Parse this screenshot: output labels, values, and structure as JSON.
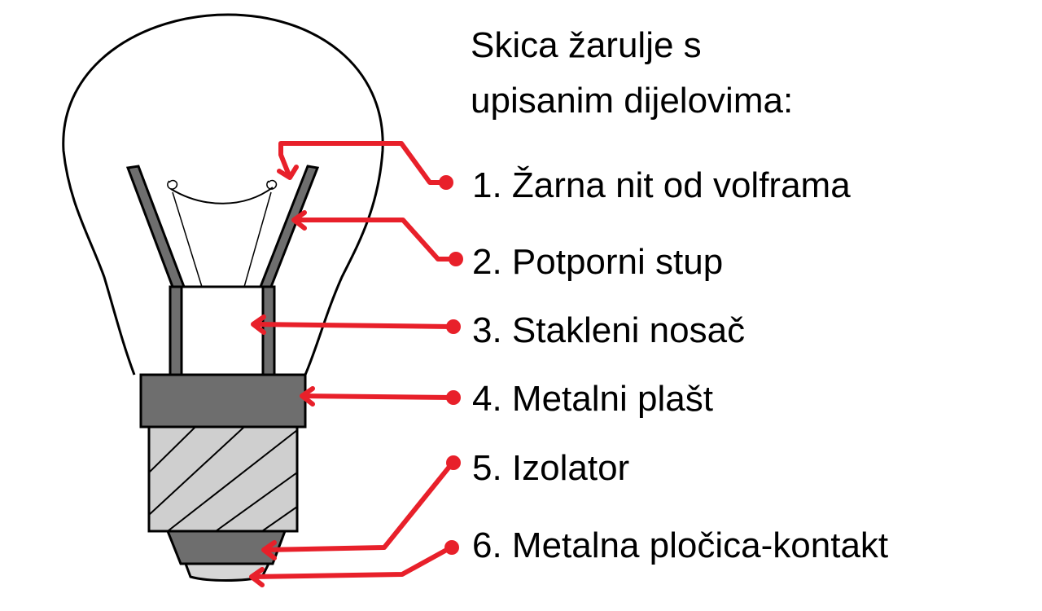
{
  "title": {
    "line1": "Skica žarulje s",
    "line2": "upisanim dijelovima:"
  },
  "labels": [
    "1. Žarna nit od volframa",
    "2. Potporni stup",
    "3. Stakleni nosač",
    "4. Metalni plašt",
    "5. Izolator",
    "6. Metalna pločica-kontakt"
  ],
  "colors": {
    "arrow": "#e8202a",
    "outline": "#000000",
    "metal": "#6e6e6e",
    "thread": "#cfcfcf",
    "contact": "#d6d6d6",
    "background": "#ffffff"
  }
}
